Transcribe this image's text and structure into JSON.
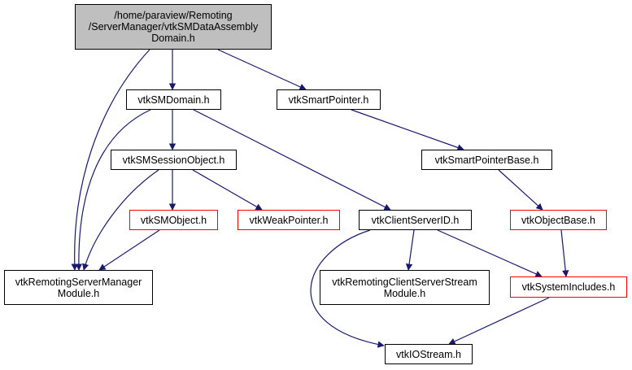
{
  "graph": {
    "colors": {
      "edge": "#191970",
      "normal_border": "#000000",
      "incomplete_border": "#ff0000",
      "root_fill": "#bfbfbf"
    },
    "nodes": {
      "root": {
        "label": "/home/paraview/Remoting\n/ServerManager/vtkSMDataAssembly\nDomain.h"
      },
      "smdomain": {
        "label": "vtkSMDomain.h"
      },
      "smartpointer": {
        "label": "vtkSmartPointer.h"
      },
      "smsessionobject": {
        "label": "vtkSMSessionObject.h"
      },
      "smartpointerbase": {
        "label": "vtkSmartPointerBase.h"
      },
      "smobject": {
        "label": "vtkSMObject.h"
      },
      "weakpointer": {
        "label": "vtkWeakPointer.h"
      },
      "clientserverid": {
        "label": "vtkClientServerID.h"
      },
      "objectbase": {
        "label": "vtkObjectBase.h"
      },
      "remotingsmmodule": {
        "label": "vtkRemotingServerManager\nModule.h"
      },
      "remotingcssmodule": {
        "label": "vtkRemotingClientServerStream\nModule.h"
      },
      "systemincludes": {
        "label": "vtkSystemIncludes.h"
      },
      "iostream": {
        "label": "vtkIOStream.h"
      }
    },
    "edges": [
      {
        "from": "root",
        "to": "smdomain"
      },
      {
        "from": "root",
        "to": "smartpointer"
      },
      {
        "from": "root",
        "to": "remotingsmmodule"
      },
      {
        "from": "smdomain",
        "to": "smsessionobject"
      },
      {
        "from": "smdomain",
        "to": "remotingsmmodule"
      },
      {
        "from": "smdomain",
        "to": "clientserverid"
      },
      {
        "from": "smartpointer",
        "to": "smartpointerbase"
      },
      {
        "from": "smsessionobject",
        "to": "smobject"
      },
      {
        "from": "smsessionobject",
        "to": "weakpointer"
      },
      {
        "from": "smsessionobject",
        "to": "remotingsmmodule"
      },
      {
        "from": "smobject",
        "to": "remotingsmmodule"
      },
      {
        "from": "smartpointerbase",
        "to": "objectbase"
      },
      {
        "from": "clientserverid",
        "to": "remotingcssmodule"
      },
      {
        "from": "clientserverid",
        "to": "systemincludes"
      },
      {
        "from": "clientserverid",
        "to": "iostream"
      },
      {
        "from": "objectbase",
        "to": "systemincludes"
      },
      {
        "from": "systemincludes",
        "to": "iostream"
      }
    ]
  }
}
